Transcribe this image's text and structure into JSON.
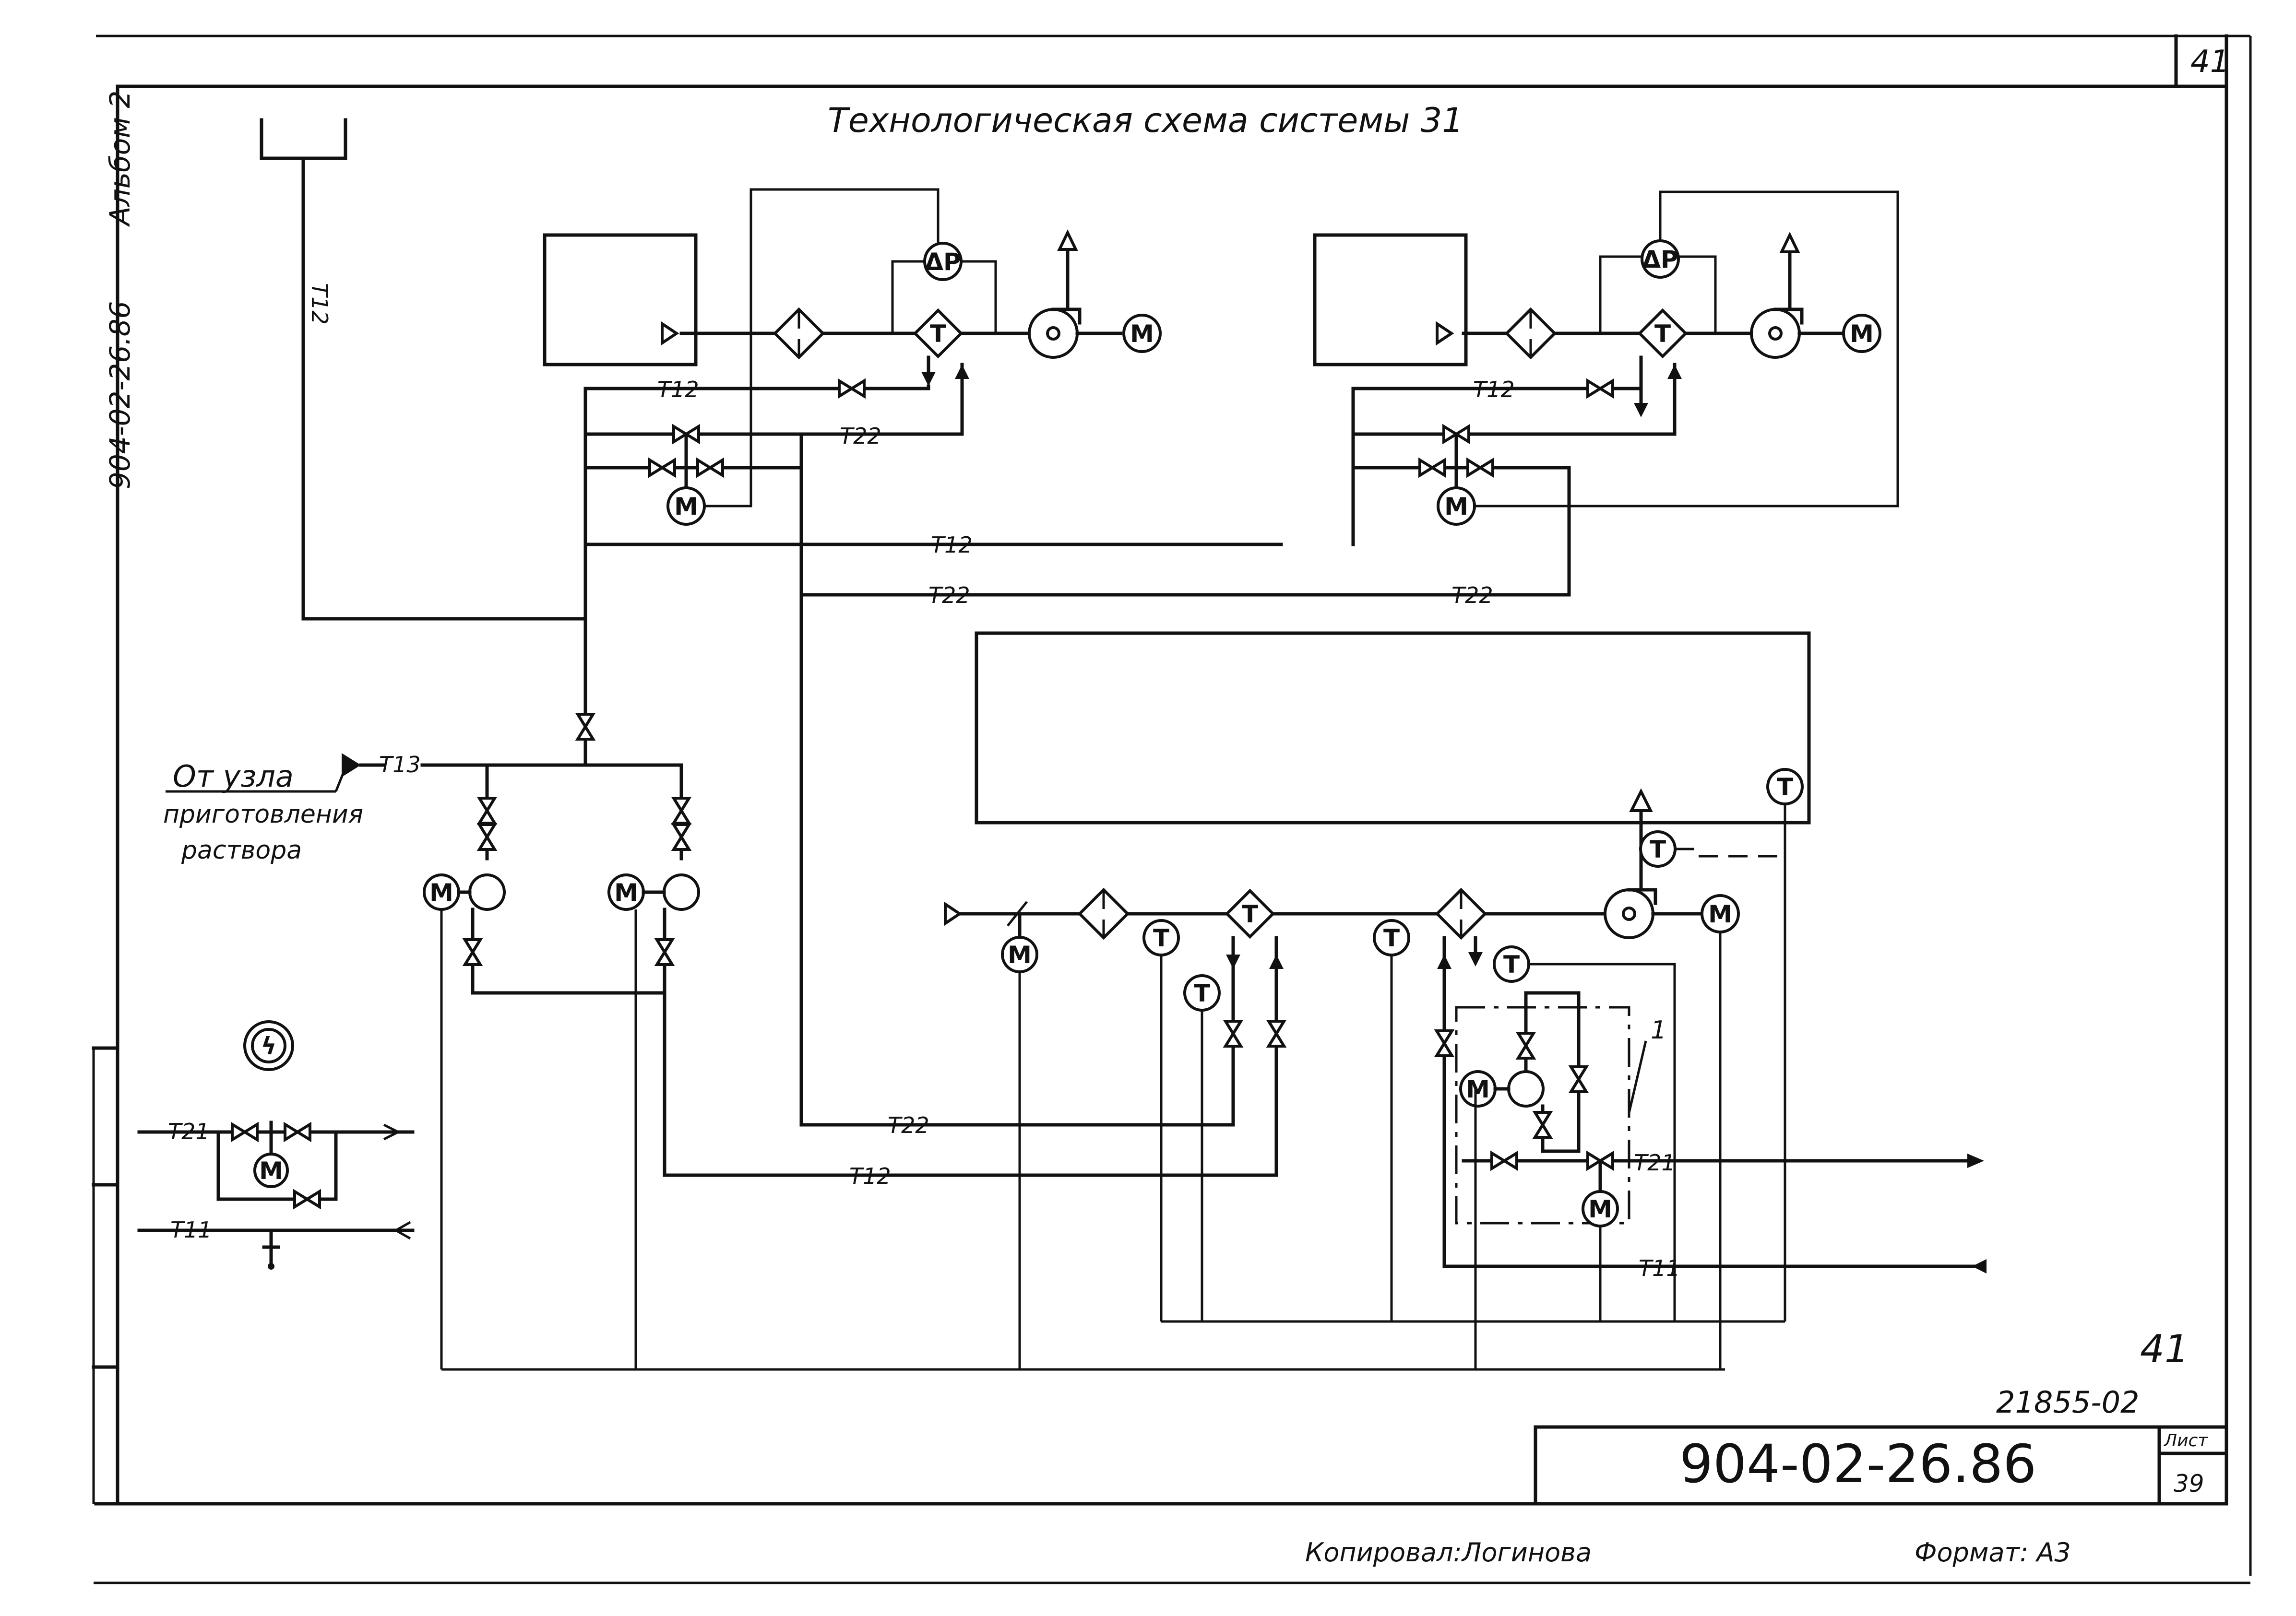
{
  "sheet": {
    "title": "Технологическая схема системы 31",
    "page_number_top": "41",
    "album_side": "Альбом 2",
    "code_side": "904-02-26.86",
    "source_text": [
      "От узла",
      "приготовления",
      "раствора"
    ],
    "handwritten_number": "41",
    "inventory_number": "21855-02",
    "stamp_code": "904-02-26.86",
    "sheet_label": "Лист",
    "sheet_number": "39",
    "copied_by": "Копировал:Логинова",
    "format": "Формат: А3",
    "callout_1": "1"
  },
  "pipe_labels": {
    "t11": "Т11",
    "t12": "Т12",
    "t13": "Т13",
    "t21": "Т21",
    "t22": "Т22"
  },
  "symbols": {
    "motor": "М",
    "thermostat": "Т",
    "pressure_diff": "ΔР",
    "lightning": "ϟ"
  }
}
